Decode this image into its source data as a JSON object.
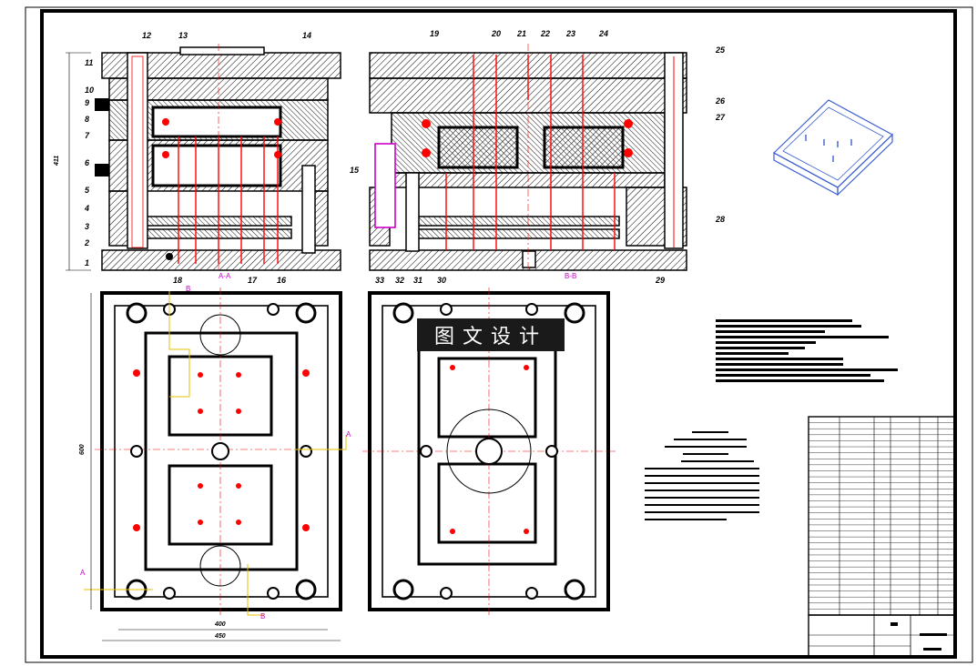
{
  "part_numbers": [
    "1",
    "2",
    "3",
    "4",
    "5",
    "6",
    "7",
    "8",
    "9",
    "10",
    "11",
    "12",
    "13",
    "14",
    "15",
    "16",
    "17",
    "18",
    "19",
    "20",
    "21",
    "22",
    "23",
    "24",
    "25",
    "26",
    "27",
    "28",
    "29",
    "30",
    "31",
    "32",
    "33"
  ],
  "sections": {
    "a": "A-A",
    "b": "B-B",
    "marker_a": "A",
    "marker_b": "B"
  },
  "dimensions": {
    "height_left": "411",
    "height_plan": "600",
    "width_inner": "400",
    "width_outer": "450"
  },
  "watermark": "图文设计",
  "colors": {
    "line": "#000000",
    "accent": "#ff0000",
    "section": "#cc00cc",
    "marker": "#e6c000",
    "model": "#3a5fd0"
  }
}
